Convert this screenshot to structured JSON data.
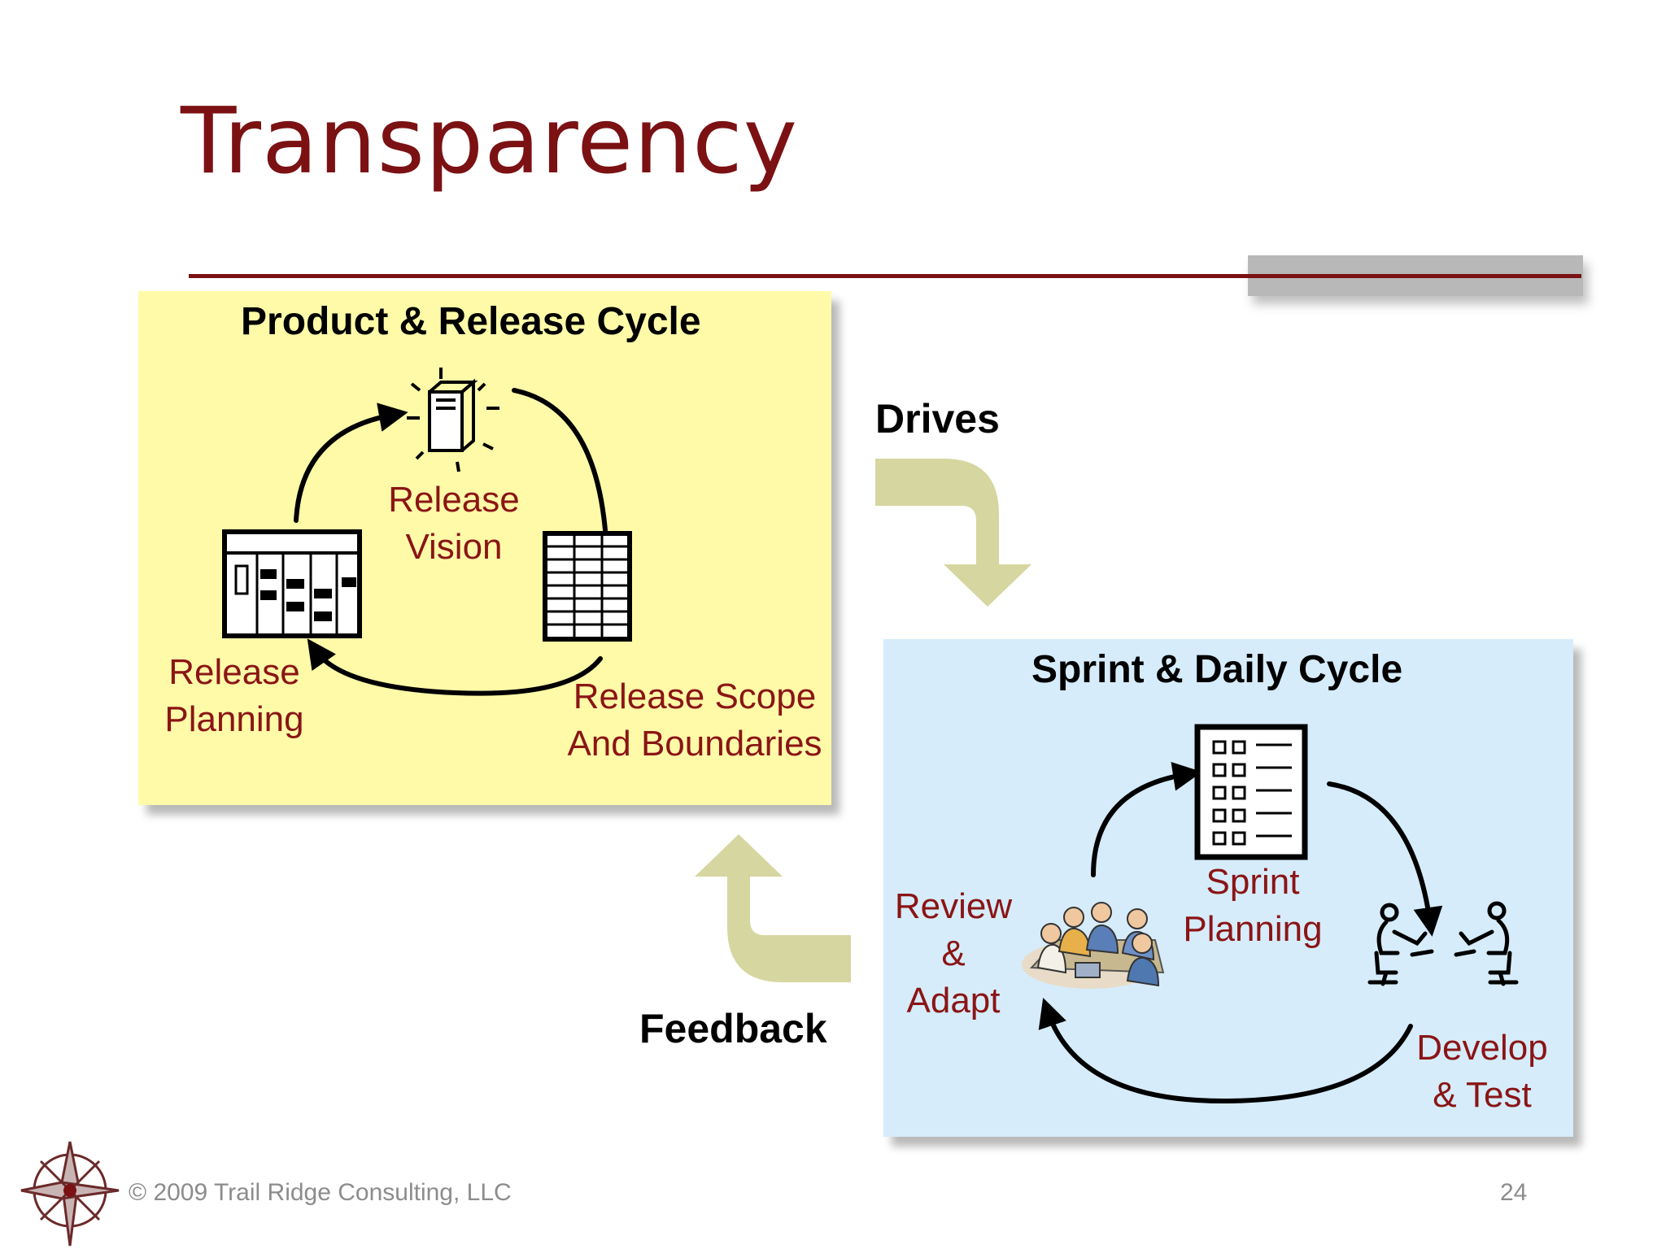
{
  "slide": {
    "title": "Transparency",
    "footer": "© 2009 Trail Ridge Consulting, LLC",
    "page_number": "24"
  },
  "colors": {
    "accent": "#7b1113",
    "label_red": "#8a1515",
    "yellow_panel": "#fffaa8",
    "blue_panel": "#d6ecfb",
    "flow_arrow": "#d6d6a0"
  },
  "product_cycle": {
    "title": "Product & Release Cycle",
    "vision": "Release\nVision",
    "planning": "Release\nPlanning",
    "scope": "Release Scope\nAnd Boundaries"
  },
  "sprint_cycle": {
    "title": "Sprint & Daily Cycle",
    "planning": "Sprint\nPlanning",
    "review": "Review\n&\nAdapt",
    "develop": "Develop\n& Test"
  },
  "flows": {
    "drives": "Drives",
    "feedback": "Feedback"
  },
  "icons": [
    "compass-rose-logo-icon",
    "lightbulb-book-icon",
    "release-plan-board-icon",
    "scope-table-icon",
    "sprint-checklist-icon",
    "team-meeting-icon",
    "developers-icon"
  ]
}
